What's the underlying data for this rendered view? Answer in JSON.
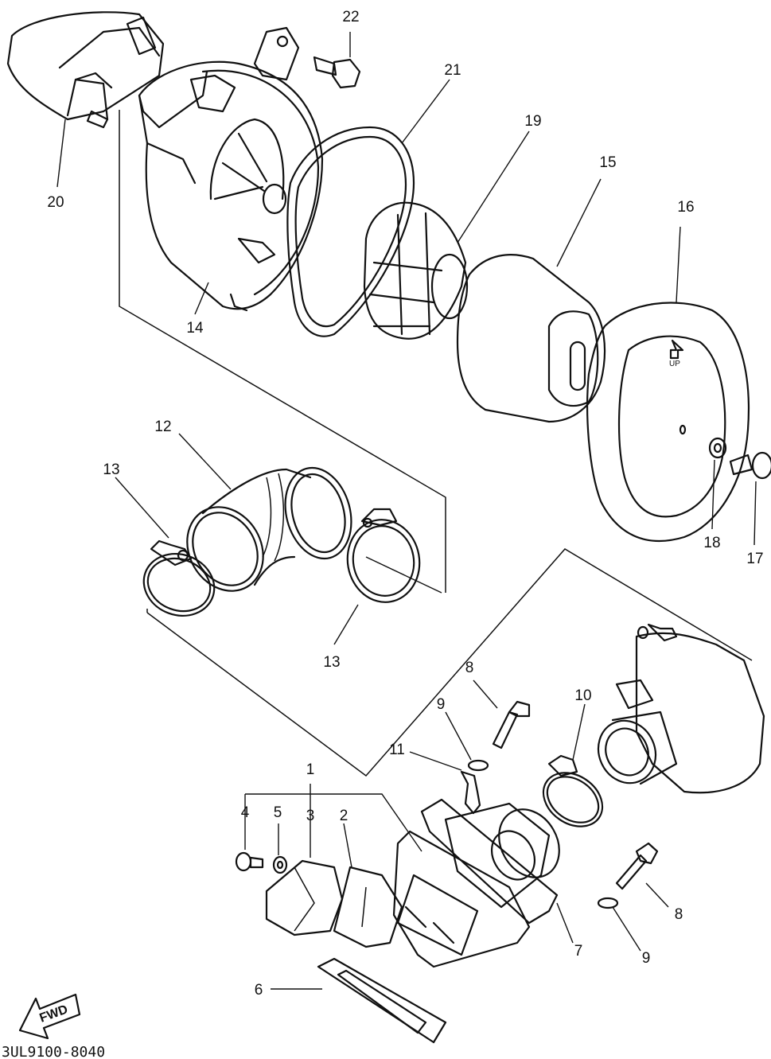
{
  "diagram": {
    "catalog_code": "3UL9100-8040",
    "fwd_label": "FWD",
    "up_marking": "UP",
    "callouts": [
      "22",
      "21",
      "19",
      "15",
      "16",
      "20",
      "14",
      "12",
      "13",
      "13",
      "18",
      "17",
      "8",
      "9",
      "10",
      "11",
      "1",
      "4",
      "5",
      "3",
      "2",
      "7",
      "8",
      "9",
      "6"
    ]
  }
}
